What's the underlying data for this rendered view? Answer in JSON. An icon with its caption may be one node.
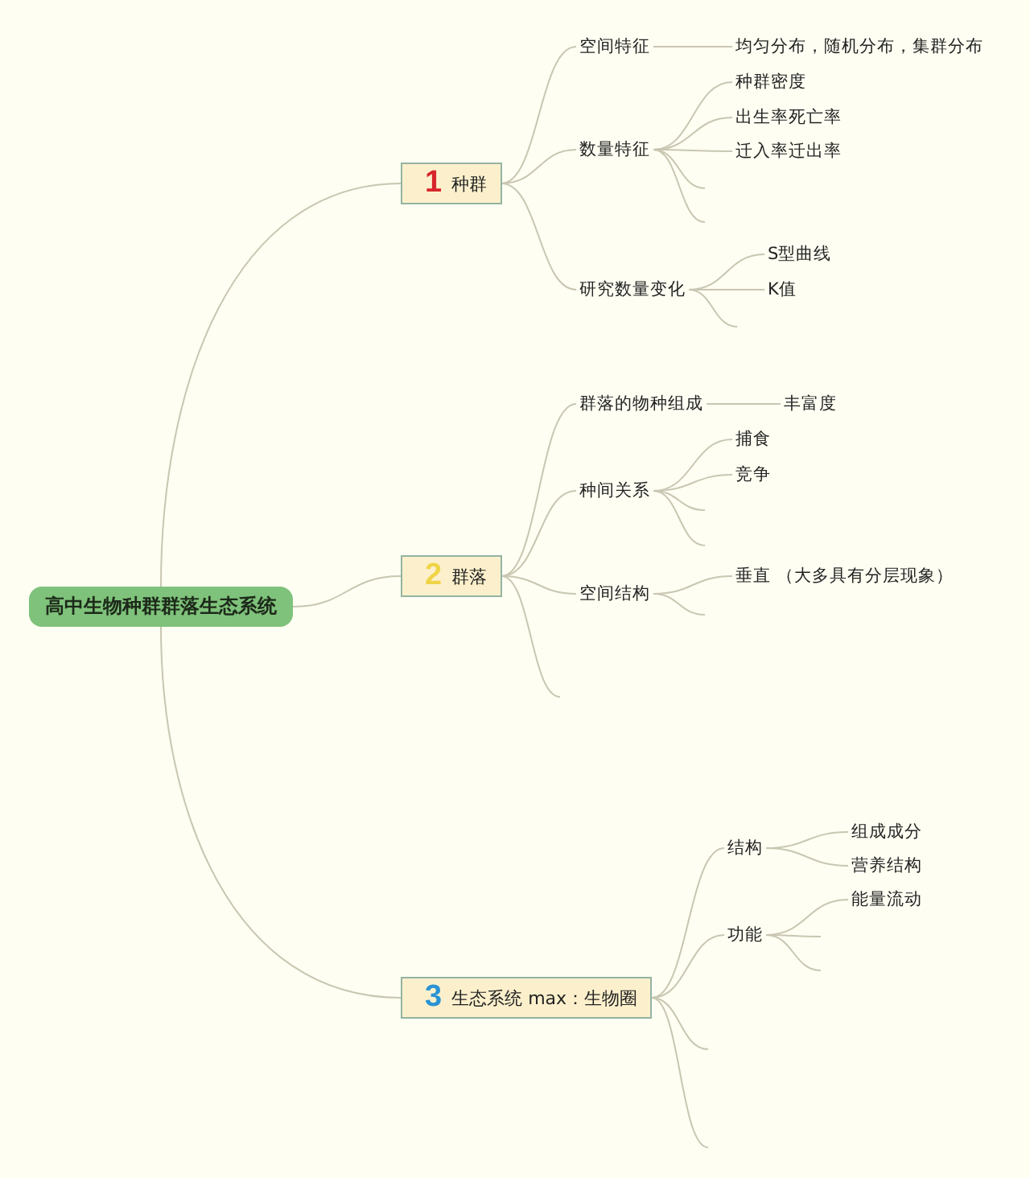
{
  "diagram": {
    "nodes": [
      {
        "text": [
          "高中生物种群群落生态系统"
        ]
      },
      {
        "text": [
          "1",
          "种群"
        ]
      },
      {
        "text": [
          "空间特征"
        ]
      },
      {
        "text": [
          "均匀分布，随机分布，集群分布"
        ]
      },
      {
        "text": [
          "数量特征"
        ]
      },
      {
        "text": [
          "种群密度"
        ]
      },
      {
        "text": [
          "出生率死亡率"
        ]
      },
      {
        "text": [
          "迁入率迁出率"
        ]
      },
      {
        "text": [
          "研究数量变化"
        ]
      },
      {
        "text": [
          "S型曲线"
        ]
      },
      {
        "text": [
          "K值"
        ]
      },
      {
        "text": [
          "2",
          "群落"
        ]
      },
      {
        "text": [
          "群落的物种组成"
        ]
      },
      {
        "text": [
          "丰富度"
        ]
      },
      {
        "text": [
          "种间关系"
        ]
      },
      {
        "text": [
          "捕食"
        ]
      },
      {
        "text": [
          "竞争"
        ]
      },
      {
        "text": [
          "空间结构"
        ]
      },
      {
        "text": [
          "垂直 （大多具有分层现象）"
        ]
      },
      {
        "text": [
          "3",
          "生态系统 max：生物圈"
        ]
      },
      {
        "text": [
          "结构"
        ]
      },
      {
        "text": [
          "组成成分"
        ]
      },
      {
        "text": [
          "营养结构"
        ]
      },
      {
        "text": [
          "功能"
        ]
      },
      {
        "text": [
          "能量流动"
        ]
      }
    ],
    "edges": [
      {
        "from": 0,
        "to": 1,
        "arrow": "none"
      },
      {
        "from": 0,
        "to": 11,
        "arrow": "none"
      },
      {
        "from": 0,
        "to": 19,
        "arrow": "none"
      },
      {
        "from": 1,
        "to": 2,
        "arrow": "none"
      },
      {
        "from": 2,
        "to": 3,
        "arrow": "none"
      },
      {
        "from": 1,
        "to": 4,
        "arrow": "none"
      },
      {
        "from": 4,
        "to": 5,
        "arrow": "none"
      },
      {
        "from": 4,
        "to": 6,
        "arrow": "none"
      },
      {
        "from": 4,
        "to": 7,
        "arrow": "none"
      },
      {
        "from": 4,
        "to": null,
        "arrow": "none"
      },
      {
        "from": 4,
        "to": null,
        "arrow": "none"
      },
      {
        "from": 1,
        "to": 8,
        "arrow": "none"
      },
      {
        "from": 8,
        "to": 9,
        "arrow": "none"
      },
      {
        "from": 8,
        "to": 10,
        "arrow": "none"
      },
      {
        "from": 8,
        "to": null,
        "arrow": "none"
      },
      {
        "from": 11,
        "to": 12,
        "arrow": "none"
      },
      {
        "from": 12,
        "to": 13,
        "arrow": "none"
      },
      {
        "from": 11,
        "to": 14,
        "arrow": "none"
      },
      {
        "from": 14,
        "to": 15,
        "arrow": "none"
      },
      {
        "from": 14,
        "to": 16,
        "arrow": "none"
      },
      {
        "from": 14,
        "to": null,
        "arrow": "none"
      },
      {
        "from": 14,
        "to": null,
        "arrow": "none"
      },
      {
        "from": 11,
        "to": 17,
        "arrow": "none"
      },
      {
        "from": 17,
        "to": 18,
        "arrow": "none"
      },
      {
        "from": 17,
        "to": null,
        "arrow": "none"
      },
      {
        "from": 11,
        "to": null,
        "arrow": "none"
      },
      {
        "from": 19,
        "to": 20,
        "arrow": "none"
      },
      {
        "from": 20,
        "to": 21,
        "arrow": "none"
      },
      {
        "from": 20,
        "to": 22,
        "arrow": "none"
      },
      {
        "from": 19,
        "to": 23,
        "arrow": "none"
      },
      {
        "from": 23,
        "to": 24,
        "arrow": "none"
      },
      {
        "from": 23,
        "to": null,
        "arrow": "none"
      },
      {
        "from": 23,
        "to": null,
        "arrow": "none"
      },
      {
        "from": 19,
        "to": null,
        "arrow": "none"
      },
      {
        "from": 19,
        "to": null,
        "arrow": "none"
      }
    ]
  }
}
